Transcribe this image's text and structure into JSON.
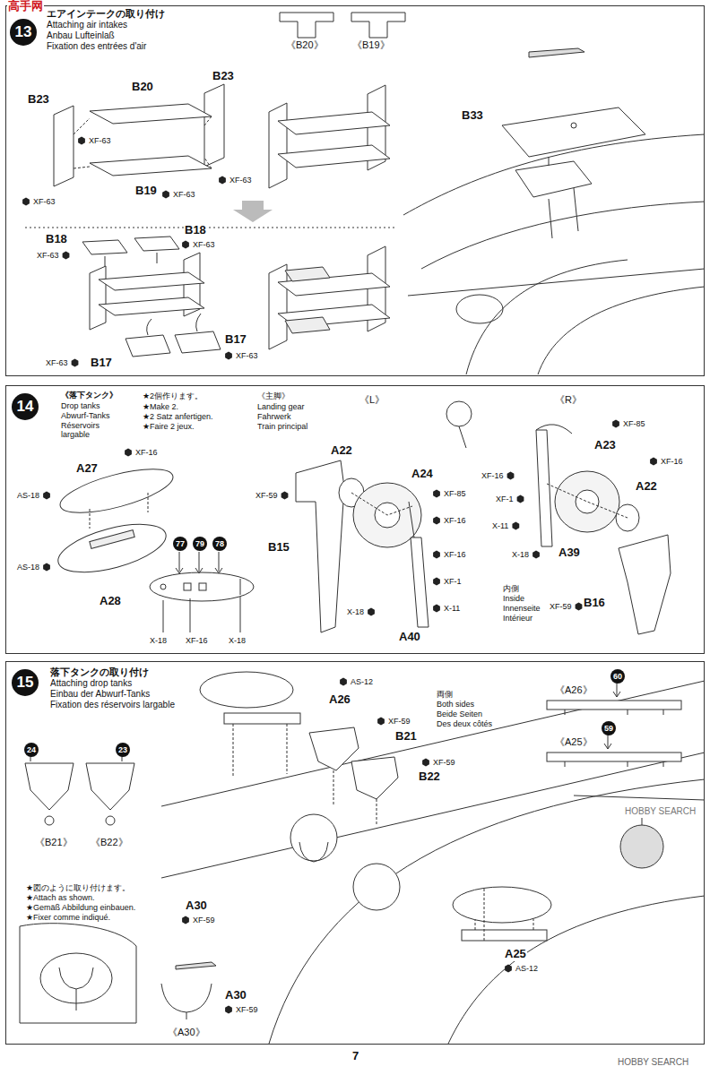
{
  "diagram": {
    "nodes": [
      {
        "text": [
          "エアインテークの取り付け",
          "Attaching air intakes",
          "Anbau Lufteinlaß",
          "Fixation des entrées d'air"
        ]
      },
      {
        "text": [
          "13"
        ],
        "in": 0
      },
      {
        "text": [
          "《落下タンク》",
          "Drop tanks",
          "Abwurf-Tanks",
          "Réservoirs largable"
        ]
      },
      {
        "text": [
          "14"
        ],
        "in": 2
      },
      {
        "text": [
          "77"
        ],
        "in": 2
      },
      {
        "text": [
          "79"
        ],
        "in": 2
      },
      {
        "text": [
          "78"
        ],
        "in": 2
      },
      {
        "text": [
          "落下タンクの取り付け",
          "Attaching drop tanks",
          "Einbau der Abwurf-Tanks",
          "Fixation des réservoirs largable"
        ]
      },
      {
        "text": [
          "15"
        ],
        "in": 7
      },
      {
        "text": [
          "24"
        ],
        "in": 7
      },
      {
        "text": [
          "23"
        ],
        "in": 7
      },
      {
        "text": [
          "60"
        ],
        "in": 7
      },
      {
        "text": [
          "59"
        ],
        "in": 7
      }
    ],
    "labels": [
      "《B20》",
      "《B19》",
      "B23",
      "B20",
      "B23",
      "XF-63",
      "XF-63",
      "XF-63",
      "XF-63",
      "B19",
      "B18",
      "XF-63",
      "B18",
      "XF-63",
      "B17",
      "XF-63",
      "XF-63",
      "B17",
      "B33",
      "★2個作ります。",
      "★Make 2.",
      "★2 Satz anfertigen.",
      "★Faire 2 jeux.",
      "《主脚》",
      "Landing gear",
      "Fahrwerk",
      "Train principal",
      "《L》",
      "《R》",
      "XF-16",
      "A27",
      "AS-18",
      "AS-18",
      "A28",
      "X-18",
      "XF-16",
      "X-18",
      "A22",
      "XF-59",
      "A24",
      "XF-85",
      "XF-16",
      "B15",
      "XF-16",
      "XF-1",
      "X-11",
      "X-18",
      "A40",
      "XF-85",
      "A23",
      "XF-16",
      "XF-16",
      "A22",
      "XF-1",
      "X-11",
      "X-18",
      "A39",
      "内側",
      "Inside",
      "Innenseite",
      "Intérieur",
      "XF-59",
      "B16",
      "《B21》",
      "《B22》",
      "AS-12",
      "A26",
      "XF-59",
      "B21",
      "両側",
      "Both sides",
      "Beide Seiten",
      "Des deux côtés",
      "XF-59",
      "B22",
      "《A26》",
      "《A25》",
      "★図のように取り付けます。",
      "★Attach as shown.",
      "★Gemäß Abbildung einbauen.",
      "★Fixer comme indiqué.",
      "A30",
      "XF-59",
      "A30",
      "XF-59",
      "《A30》",
      "A25",
      "AS-12",
      "高手网",
      "7",
      "HOBBY SEARCH",
      "HOBBY SEARCH"
    ]
  }
}
